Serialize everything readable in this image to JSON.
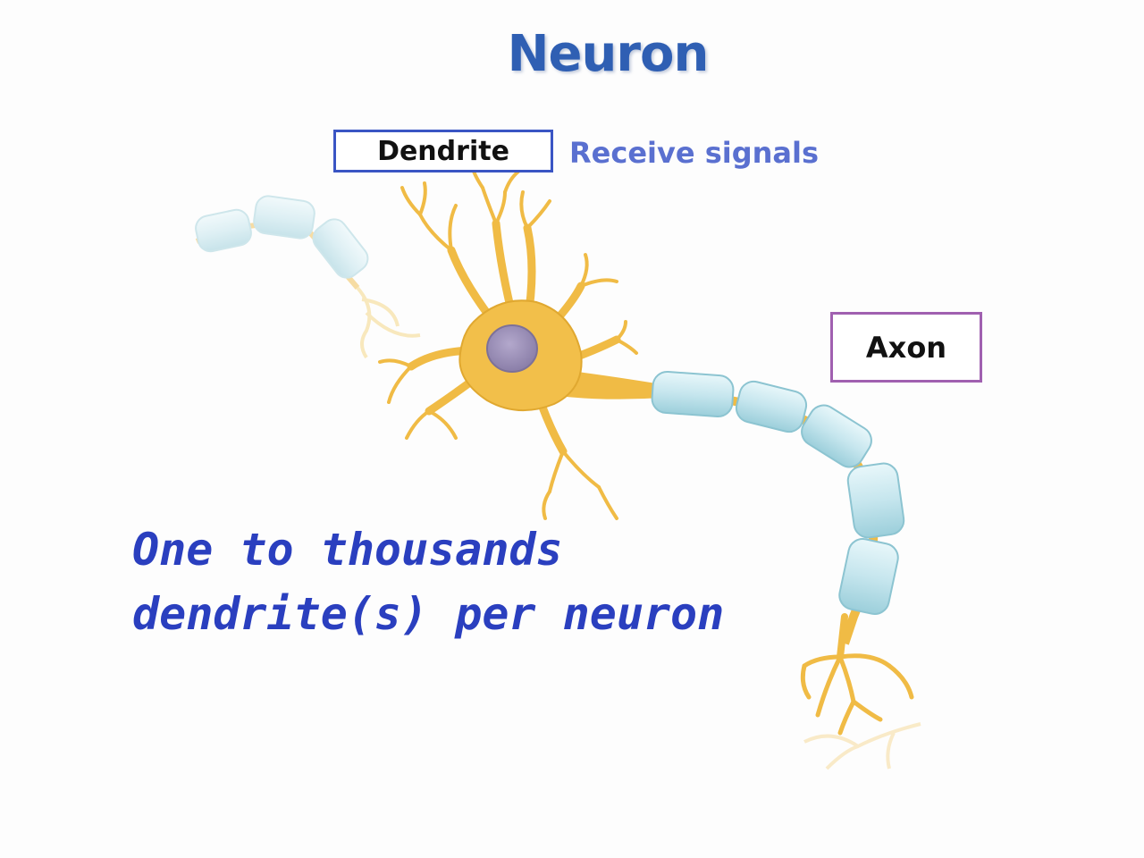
{
  "title": "Neuron",
  "labels": {
    "dendrite": "Dendrite",
    "dendrite_description": "Receive signals",
    "axon": "Axon"
  },
  "note": {
    "line1": "One to thousands",
    "line2": "dendrite(s) per neuron"
  },
  "colors": {
    "title": "#2f5fb3",
    "dendrite_border": "#3a55c4",
    "axon_border": "#a060b0",
    "description": "#5a70d0",
    "note": "#2a3fbf",
    "neuron_body": "#f2bf4a",
    "nucleus": "#9b8fb8",
    "myelin": "#cfeaf0"
  }
}
